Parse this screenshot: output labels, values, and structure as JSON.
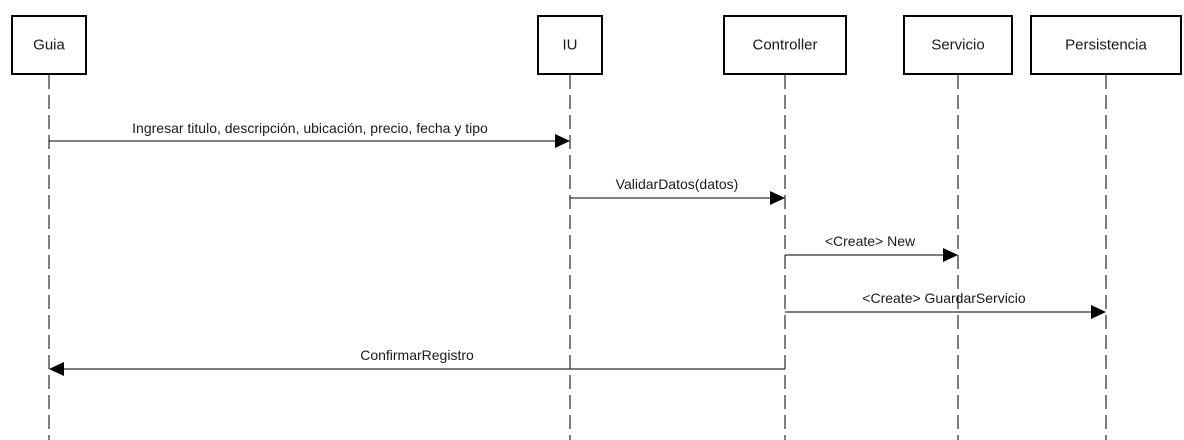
{
  "participants": [
    {
      "id": "guia",
      "label": "Guia"
    },
    {
      "id": "iu",
      "label": "IU"
    },
    {
      "id": "controller",
      "label": "Controller"
    },
    {
      "id": "servicio",
      "label": "Servicio"
    },
    {
      "id": "persistencia",
      "label": "Persistencia"
    }
  ],
  "messages": [
    {
      "from": "guia",
      "to": "iu",
      "label": "Ingresar titulo, descripción, ubicación, precio, fecha y tipo"
    },
    {
      "from": "iu",
      "to": "controller",
      "label": "ValidarDatos(datos)"
    },
    {
      "from": "controller",
      "to": "servicio",
      "label": "<Create> New"
    },
    {
      "from": "controller",
      "to": "persistencia",
      "label": "<Create> GuardarServicio"
    },
    {
      "from": "controller",
      "to": "guia",
      "label": "ConfirmarRegistro"
    }
  ]
}
